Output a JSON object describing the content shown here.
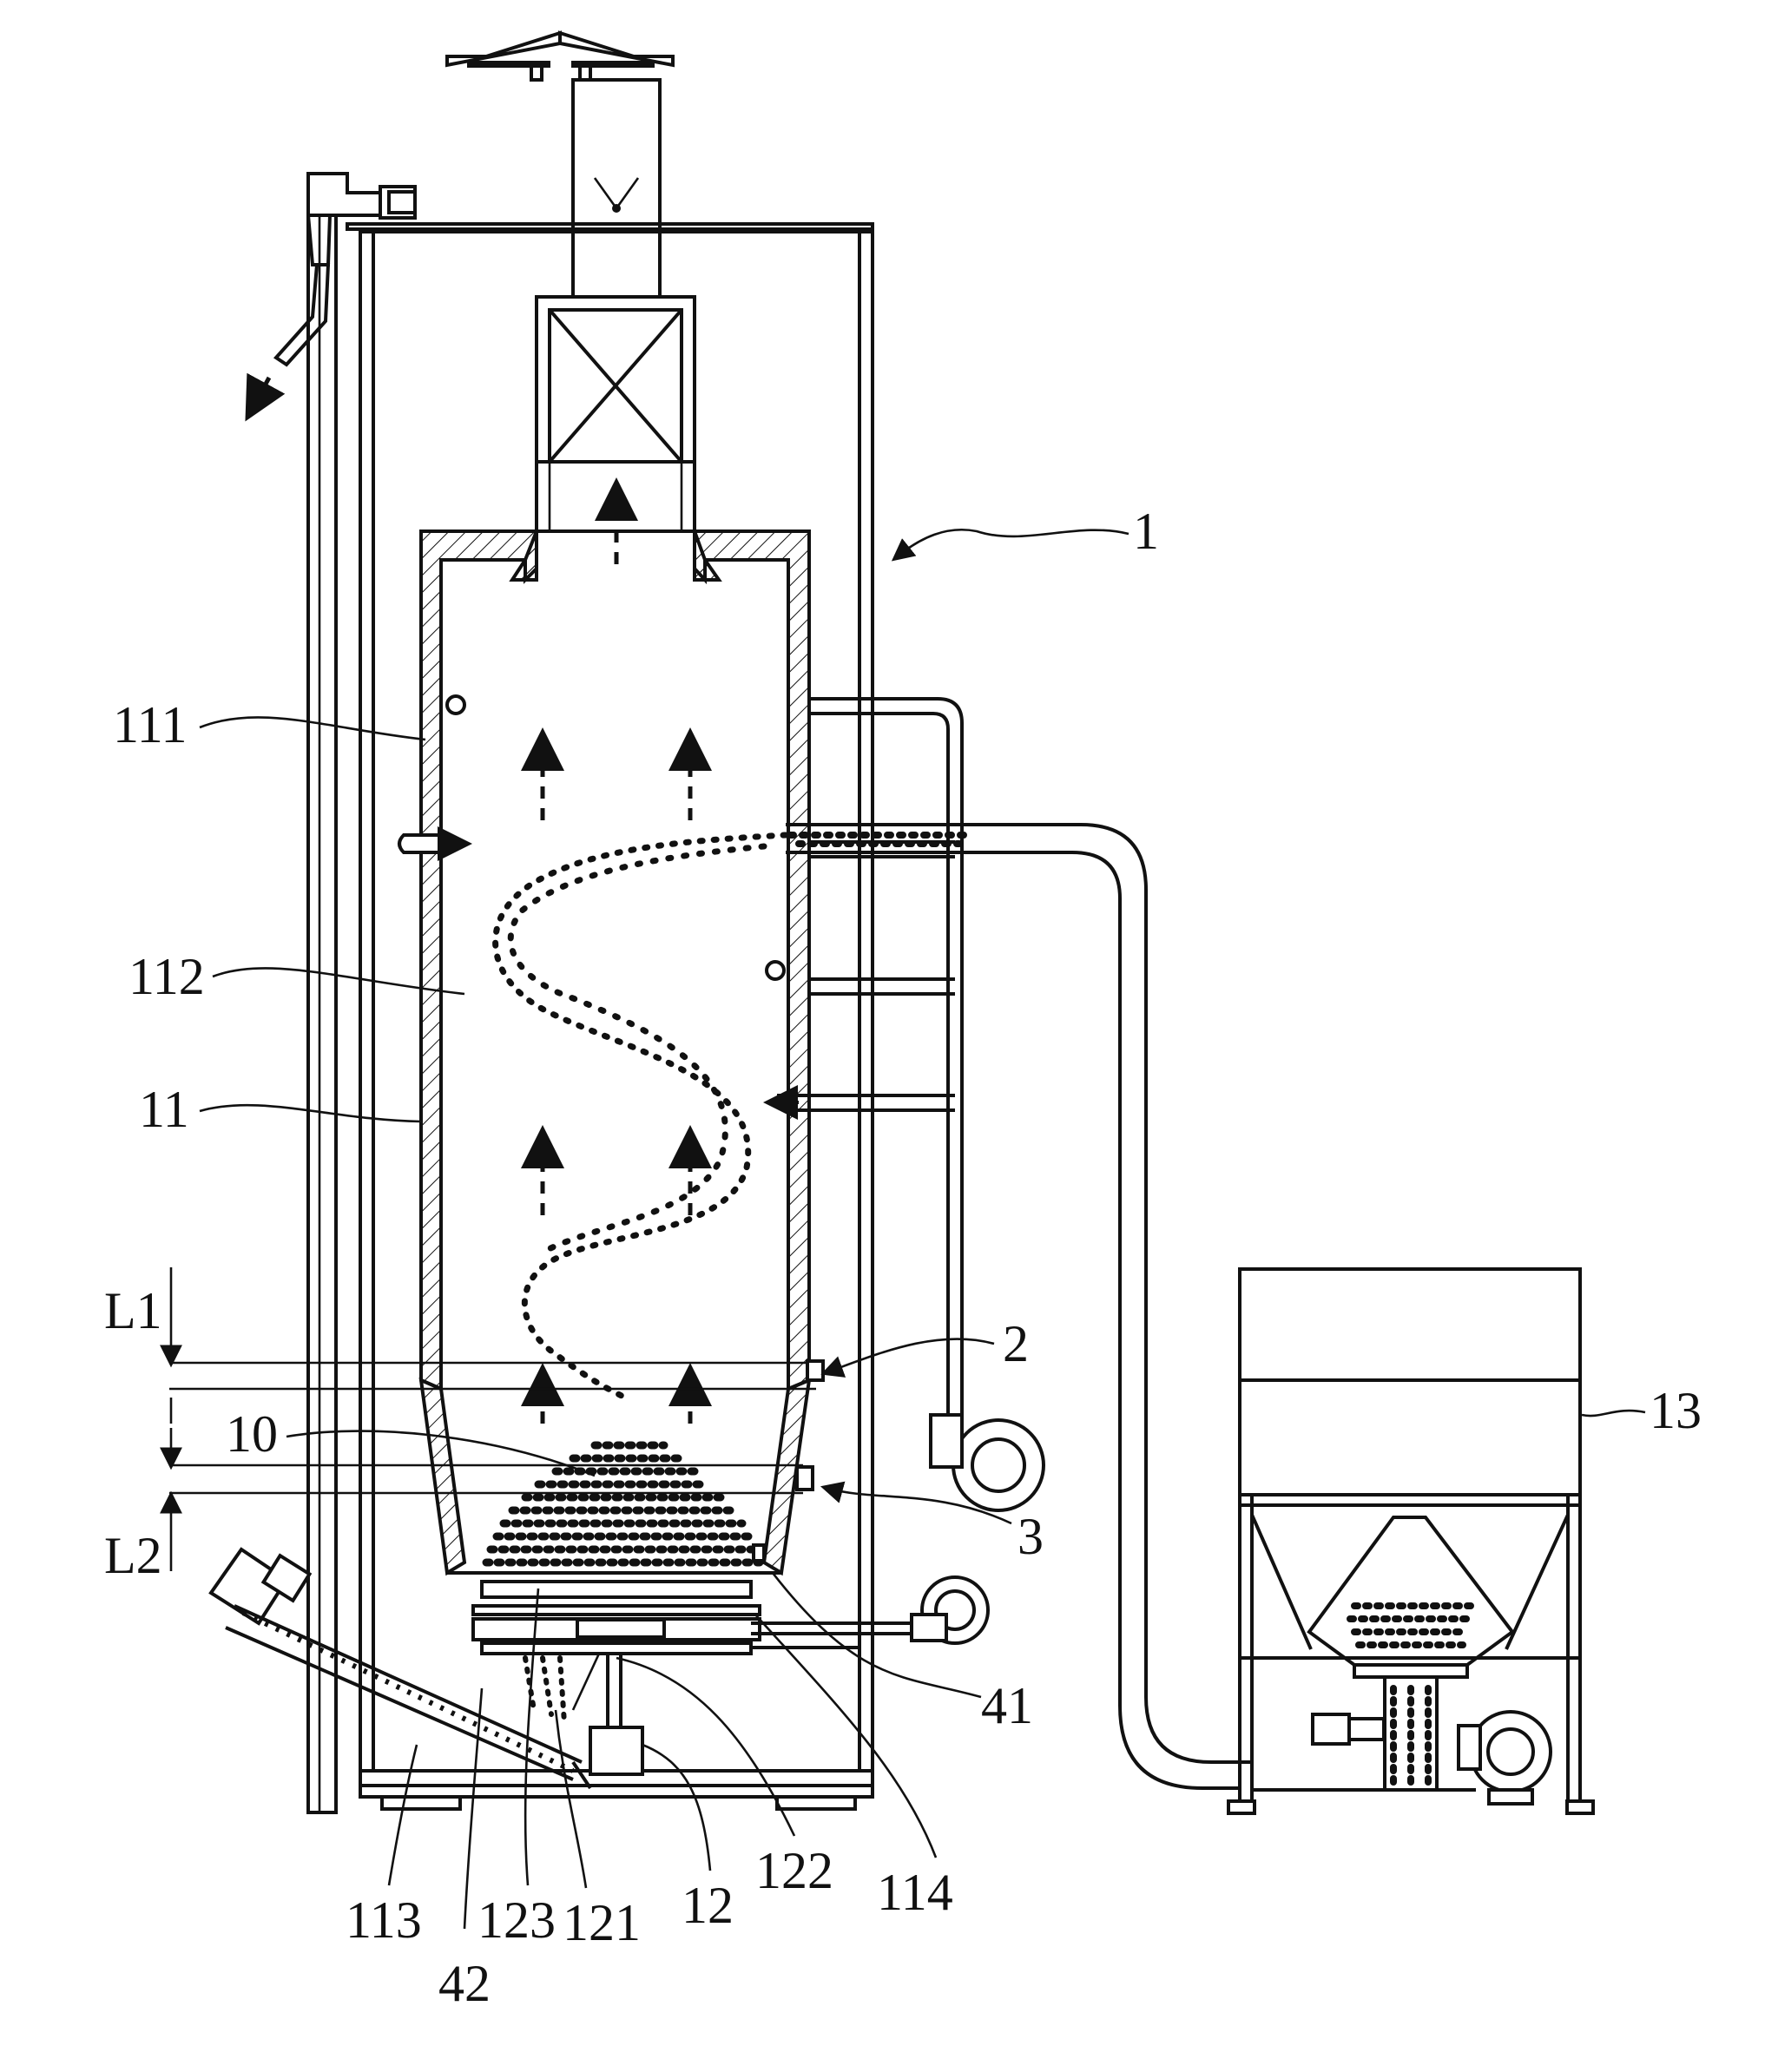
{
  "figure": {
    "labels": {
      "l1": "1",
      "l2": "2",
      "l3": "3",
      "l10": "10",
      "l11": "11",
      "l12": "12",
      "l13": "13",
      "l41": "41",
      "l42": "42",
      "l111": "111",
      "l112": "112",
      "l113": "113",
      "l114": "114",
      "l121": "121",
      "l122": "122",
      "l123": "123",
      "level1": "L1",
      "level2": "L2"
    }
  }
}
